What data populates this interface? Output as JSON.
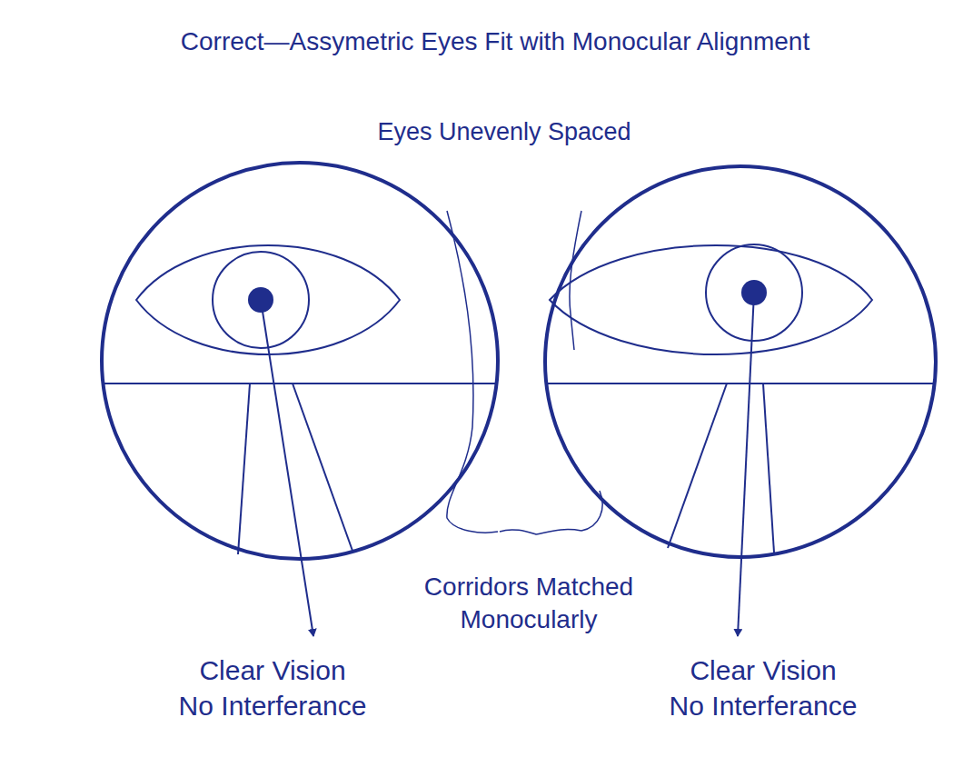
{
  "diagram": {
    "title": "Correct—Assymetric Eyes Fit with Monocular Alignment",
    "labels": [
      "Eyes Unevenly Spaced",
      "Corridors Matched Monocularly",
      "Clear Vision No Interferance",
      "Clear Vision No Interferance"
    ]
  }
}
